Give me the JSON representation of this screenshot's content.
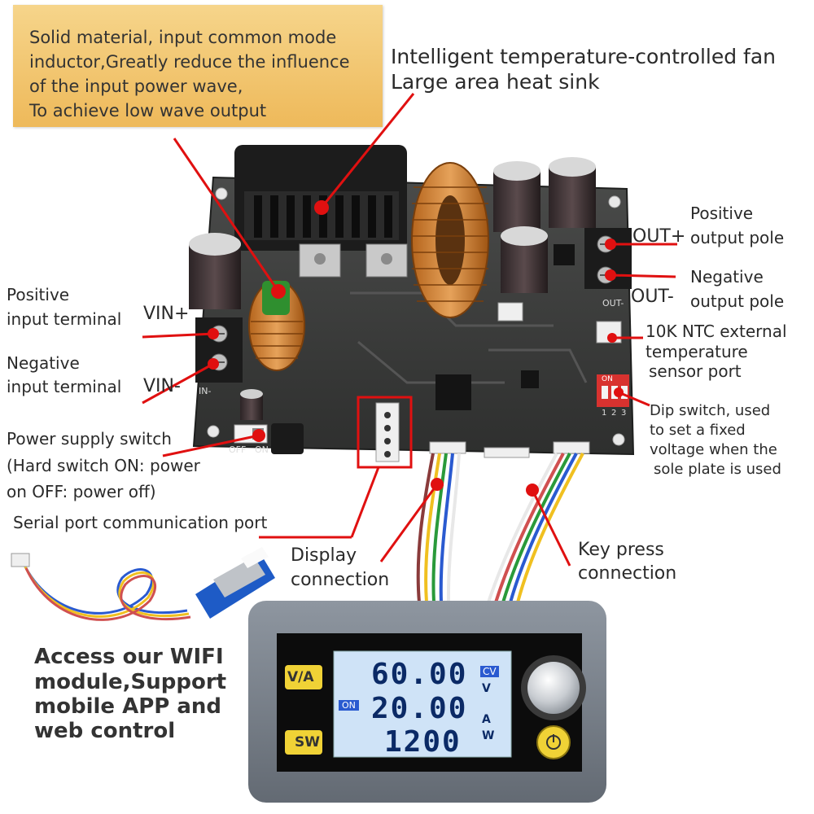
{
  "callout": {
    "lines": [
      "Solid material, input common mode",
      "inductor,Greatly reduce the influence",
      "of the input power wave,",
      "To achieve low wave output"
    ]
  },
  "labels": {
    "fan": [
      "Intelligent temperature-controlled fan",
      "Large area heat sink"
    ],
    "positive_input": [
      "Positive",
      "input terminal"
    ],
    "vin_plus": "VIN+",
    "negative_input": [
      "Negative",
      "input terminal"
    ],
    "vin_minus": "VIN-",
    "power_switch": [
      "Power supply switch",
      "(Hard switch ON: power",
      "on OFF: power off)"
    ],
    "serial_port": "Serial port communication port",
    "display_connection": [
      "Display",
      "connection"
    ],
    "key_press": [
      "Key press",
      "connection"
    ],
    "out_plus": "OUT+",
    "positive_output": [
      "Positive",
      "output pole"
    ],
    "out_minus": "OUT-",
    "negative_output": [
      "Negative",
      "output pole"
    ],
    "ntc": [
      "10K NTC external",
      "temperature",
      "sensor port"
    ],
    "dip": [
      "Dip switch, used",
      "to set a fixed",
      "voltage when the",
      "sole plate is used"
    ],
    "wifi": [
      "Access our WIFI",
      "module,Support",
      "mobile APP and",
      "web control"
    ]
  },
  "board_marks": {
    "off": "OFF",
    "on": "ON",
    "in_minus": "IN-",
    "out_minus": "OUT-",
    "dip_on": "ON",
    "dip_nums": [
      "1",
      "2",
      "3"
    ]
  },
  "display": {
    "va_button": "V/A",
    "sw_button": "SW",
    "voltage": "60.00",
    "current": "20.00",
    "power": "1200",
    "cv": "CV",
    "on_badge": "ON",
    "unit_v": "V",
    "unit_a": "A",
    "unit_w": "W"
  },
  "colors": {
    "pointer": "#e01010",
    "pcb": "#3a3b3a",
    "display_case": "#7d8590",
    "lcd": "#cfe3f7",
    "button_yellow": "#f0d236"
  }
}
